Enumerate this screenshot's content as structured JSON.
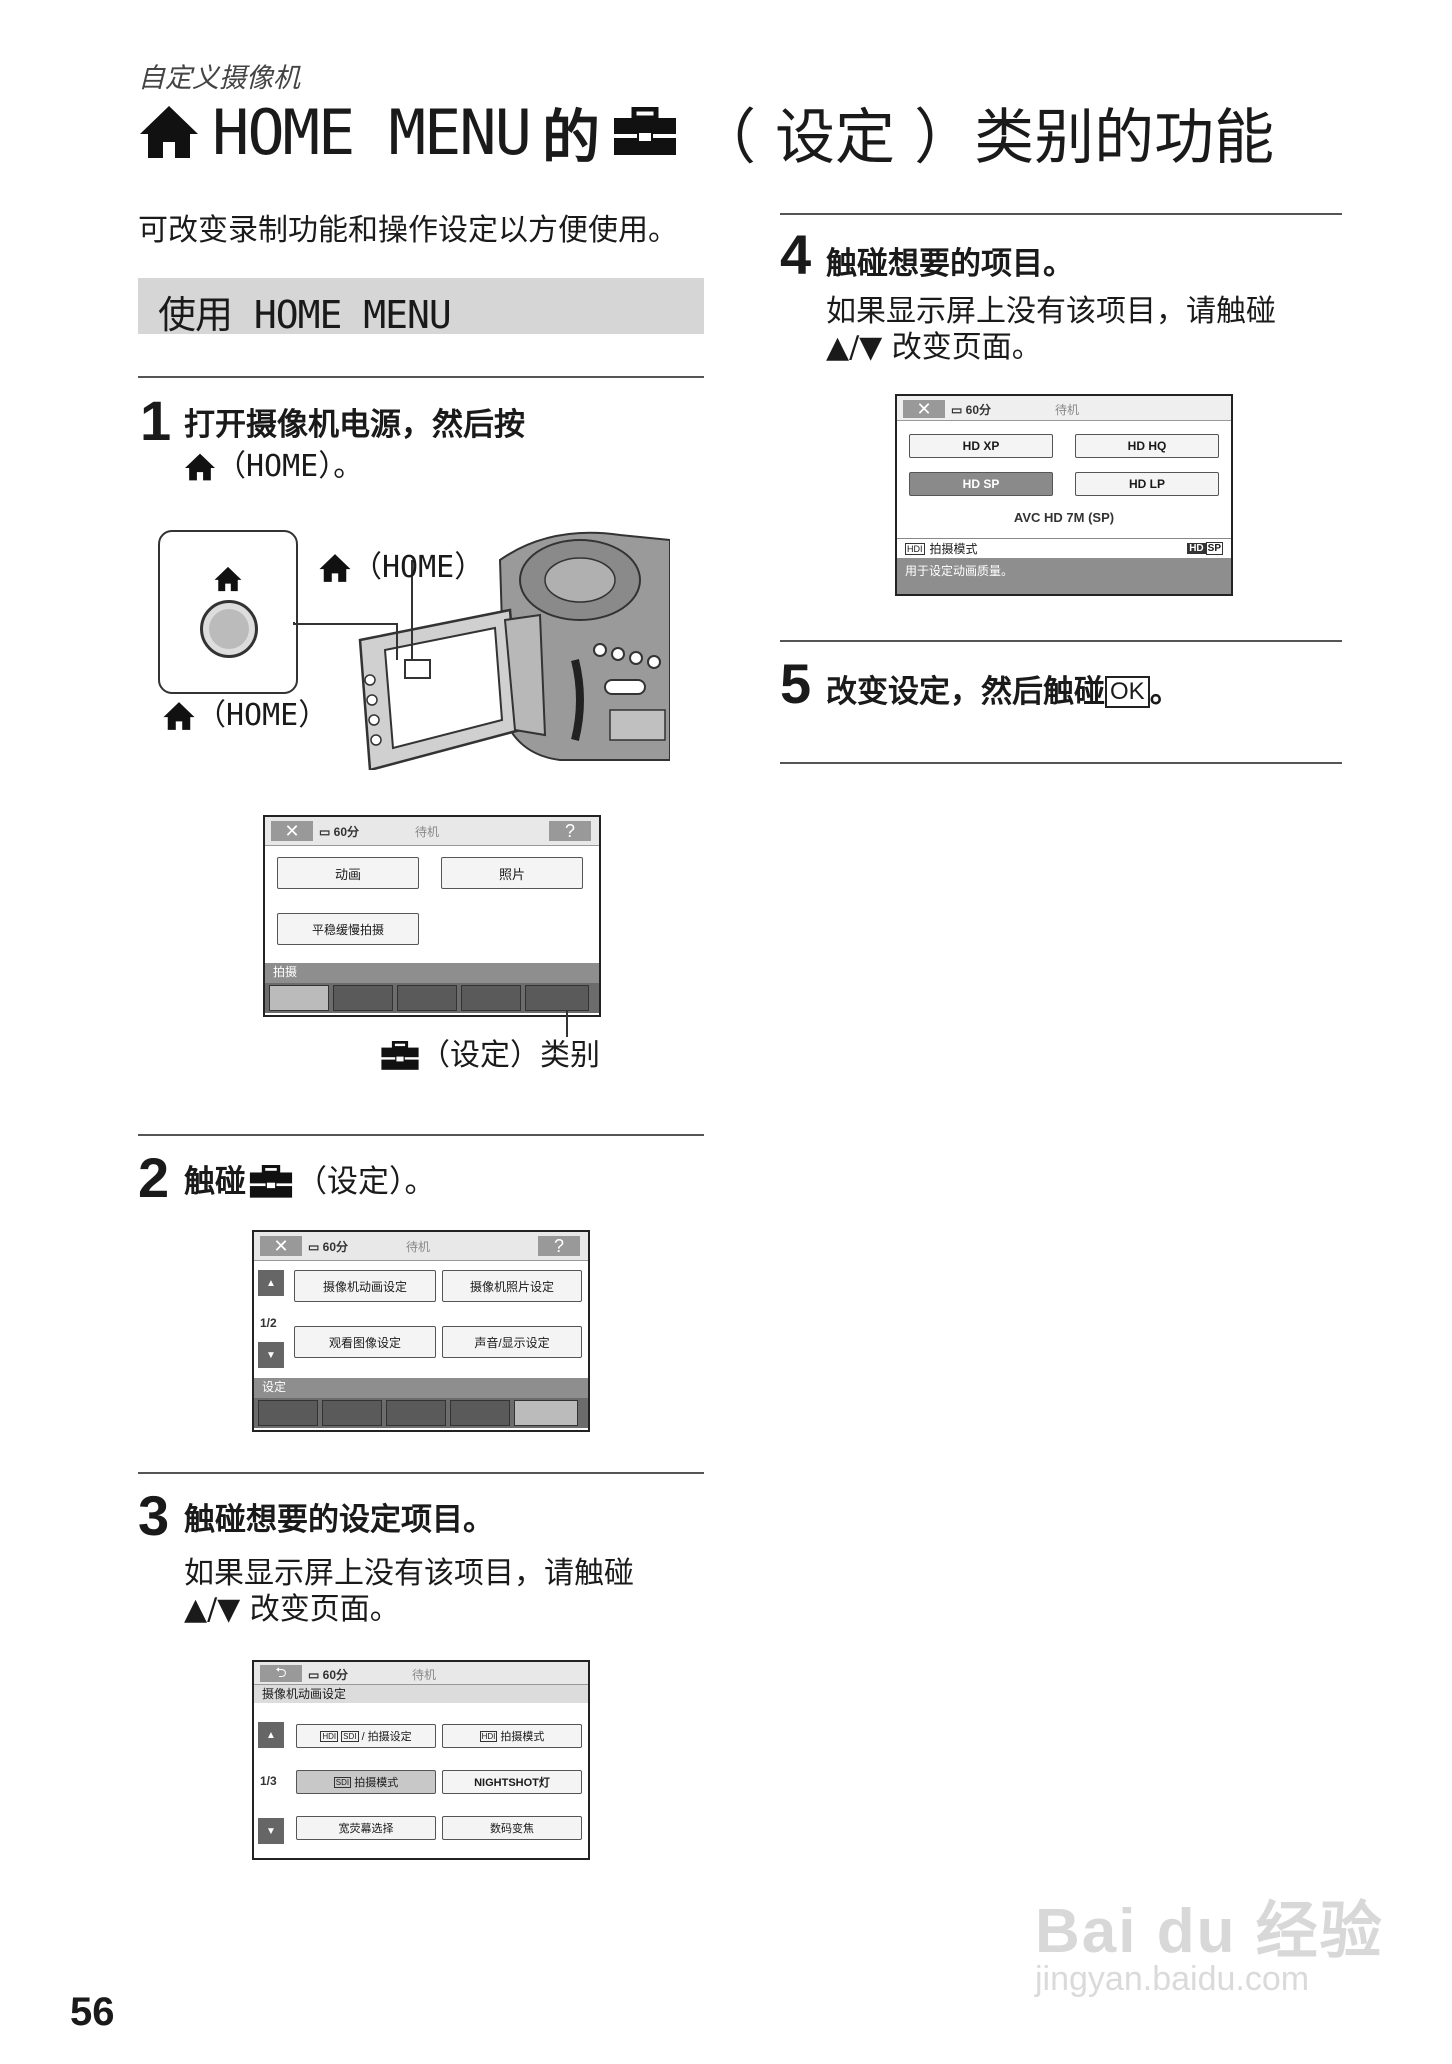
{
  "header": {
    "subtitle": "自定义摄像机",
    "title_part1": "HOME MENU",
    "title_part2": "的",
    "title_part3": "（ 设定 ）类别的功能"
  },
  "intro": "可改变录制功能和操作设定以方便使用。",
  "section_title": "使用 HOME MENU",
  "step1": {
    "num": "1",
    "line1": "打开摄像机电源，然后按",
    "line2": "（HOME）。",
    "callout_top": "（HOME）",
    "callout_left": "（HOME）",
    "category_caption": "（设定）类别"
  },
  "screen1": {
    "battery": "60分",
    "status": "待机",
    "help": "?",
    "close": "✕",
    "btn_movie": "动画",
    "btn_photo": "照片",
    "btn_smooth": "平稳缓慢拍摄",
    "category": "拍摄"
  },
  "step2": {
    "num": "2",
    "text_a": "触碰",
    "text_b": "（设定）。"
  },
  "screen2": {
    "battery": "60分",
    "status": "待机",
    "help": "?",
    "close": "✕",
    "btn1": "摄像机动画设定",
    "btn2": "摄像机照片设定",
    "btn3": "观看图像设定",
    "btn4": "声音/显示设定",
    "page": "1/2",
    "category": "设定"
  },
  "step3": {
    "num": "3",
    "title": "触碰想要的设定项目。",
    "body1": "如果显示屏上没有该项目，请触碰",
    "body2": "▲/▼ 改变页面。"
  },
  "screen3": {
    "battery": "60分",
    "status": "待机",
    "back": "⮌",
    "header": "摄像机动画设定",
    "btn1": "/ 拍摄设定",
    "btn2": "拍摄模式",
    "btn3": "拍摄模式",
    "btn4": "NIGHTSHOT灯",
    "btn5": "宽荧幕选择",
    "btn6": "数码变焦",
    "page": "1/3",
    "icon_hdi": "HDI",
    "icon_sdi": "SDI"
  },
  "step4": {
    "num": "4",
    "title": "触碰想要的项目。",
    "body1": "如果显示屏上没有该项目，请触碰",
    "body2": "▲/▼ 改变页面。"
  },
  "screen4": {
    "battery": "60分",
    "status": "待机",
    "close": "✕",
    "btn1": "HD XP",
    "btn2": "HD HQ",
    "btn3": "HD SP",
    "btn4": "HD LP",
    "mode": "AVC HD 7M (SP)",
    "footer_label": "拍摄模式",
    "footer_icon": "HDI",
    "footer_badge_hd": "HD",
    "footer_badge_sp": "SP",
    "desc": "用于设定动画质量。"
  },
  "step5": {
    "num": "5",
    "text": "改变设定，然后触碰",
    "ok": "OK",
    "end": "。"
  },
  "page_number": "56",
  "watermark": {
    "brand": "Bai du 经验",
    "url": "jingyan.baidu.com"
  }
}
